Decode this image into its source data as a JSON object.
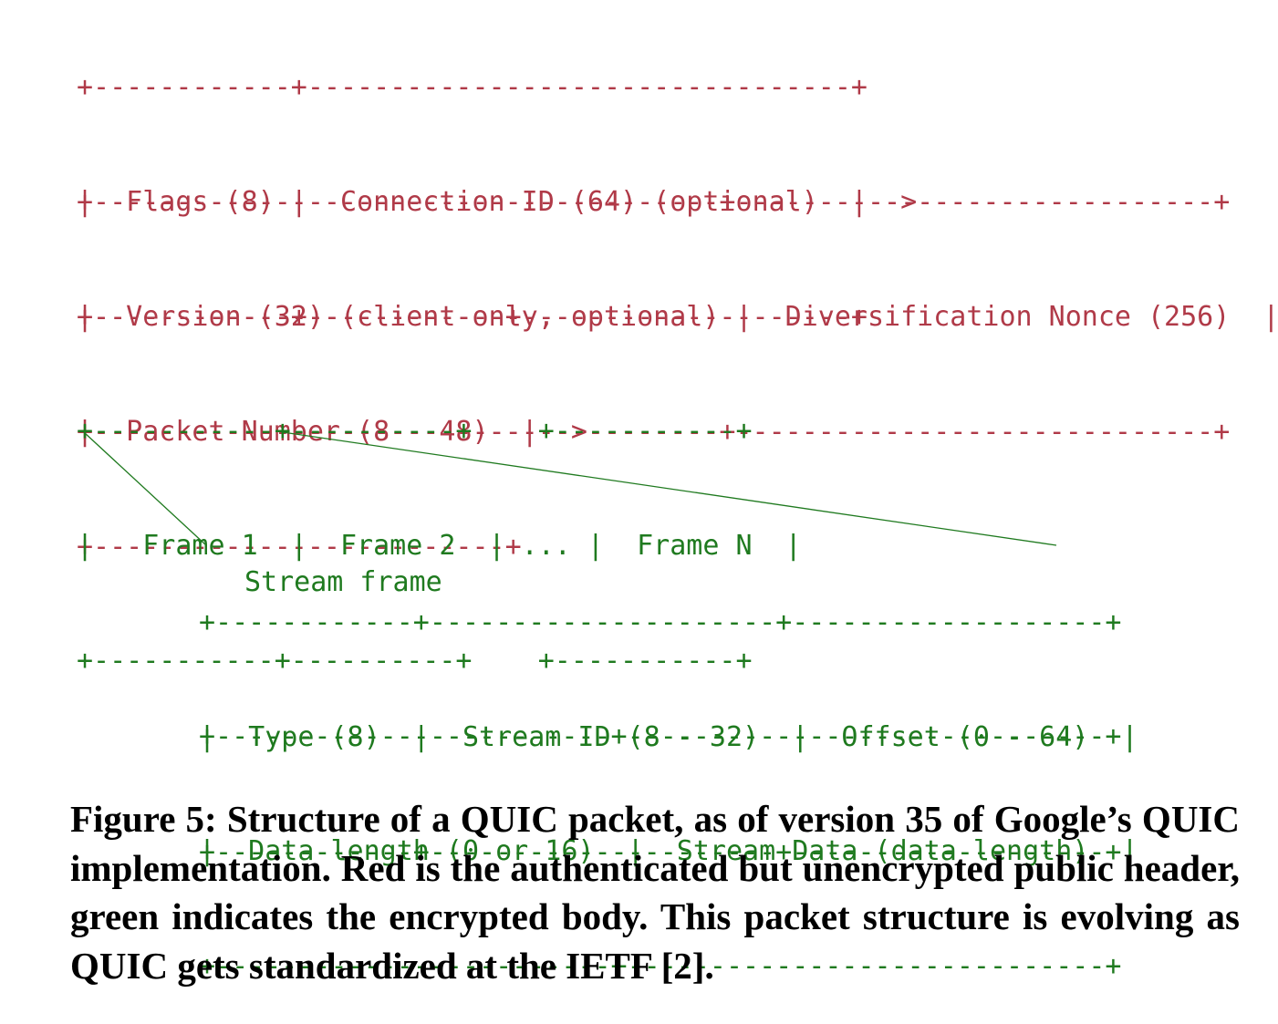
{
  "diagram": {
    "colors": {
      "public_header": "#b03a48",
      "encrypted_body": "#1f7a1f",
      "caption": "#000000"
    },
    "public_header": {
      "flags_row": [
        "+------------+---------------------------------+",
        "|  Flags (8) |  Connection ID (64) (optional)  | ->",
        "+------------+---------------------------------+"
      ],
      "version_row": [
        "+--------------------------------------+-----------------------------+",
        "|  Version (32) (client-only, optional) |  Diversification Nonce (256)  | ->",
        "+--------------------------------------+-----------------------------+"
      ],
      "packet_number_row": [
        "+-------------------------+",
        "|  Packet Number (8 - 48)  | ->",
        "+-------------------------+"
      ]
    },
    "frames_row": [
      "+-----------+----------+    +-----------+",
      "|   Frame 1  |  Frame 2  | ... |  Frame N  |",
      "+-----------+----------+    +-----------+"
    ],
    "stream_frame": {
      "title": "Stream frame",
      "row1": [
        "+------------+---------------------+-------------------+",
        "|  Type (8)  |  Stream ID (8 - 32)  |  Offset (0 - 64)  |",
        "+------------+---------------------+-------------------+"
      ],
      "row2": [
        "+------------------------+-----------------------------+",
        "|  Data length (0 or 16)  |  Stream Data (data length)  |",
        "+------------------------+-----------------------------+"
      ]
    }
  },
  "caption": "Figure 5: Structure of a QUIC packet, as of version 35 of Google’s QUIC implementation. Red is the authenticated but unencrypted public header, green indicates the encrypted body. This packet structure is evolving as QUIC gets standardized at the IETF [2]."
}
